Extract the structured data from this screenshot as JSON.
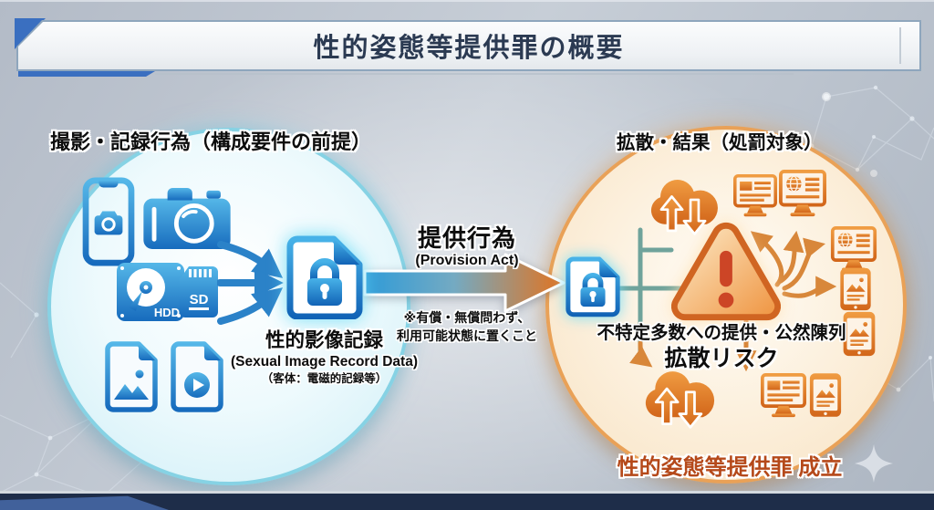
{
  "slide": {
    "title": "性的姿態等提供罪の概要"
  },
  "left": {
    "heading": "撮影・記録行為（構成要件の前提）",
    "hdd_label": "HDD",
    "sd_label": "SD",
    "record_title": "性的影像記録",
    "record_subtitle": "(Sexual Image Record Data)",
    "record_note": "（客体：電磁的記録等）",
    "icons": [
      "smartphone-camera-icon",
      "camera-icon",
      "hdd-icon",
      "sd-card-icon",
      "image-file-icon",
      "video-file-icon",
      "locked-file-icon",
      "converging-arrows"
    ]
  },
  "center": {
    "action_title": "提供行為",
    "action_subtitle": "(Provision Act)",
    "note_line1": "※有償・無償問わず、",
    "note_line2": "利用可能状態に置くこと",
    "arrow": "blue-to-orange-gradient-arrow"
  },
  "right": {
    "heading": "拡散・結果（処罰対象）",
    "caption_line1": "不特定多数への提供・公然陳列",
    "caption_line2": "拡散リスク",
    "verdict": "性的姿態等提供罪 成立",
    "icons": [
      "locked-file-icon",
      "warning-triangle-icon",
      "cloud-transfer-icon",
      "monitor-article-icon",
      "monitor-globe-icon",
      "smartphone-image-icon",
      "branch-arrows",
      "sparkle-icon"
    ]
  },
  "colors": {
    "blue_icon_top": "#55b7e8",
    "blue_icon_bottom": "#176bbd",
    "orange_icon_top": "#f09c42",
    "orange_icon_bottom": "#d2661a",
    "cyan_circle_border": "#86d2e4",
    "orange_circle_border": "#e9a157",
    "warning_exclamation": "#cc4526",
    "verdict_text": "#b5491a",
    "title_text": "#2b3a52",
    "footer_bar": "#1e2d49",
    "teal_connector": "#6fa39b",
    "orange_connector": "#d8873a"
  }
}
